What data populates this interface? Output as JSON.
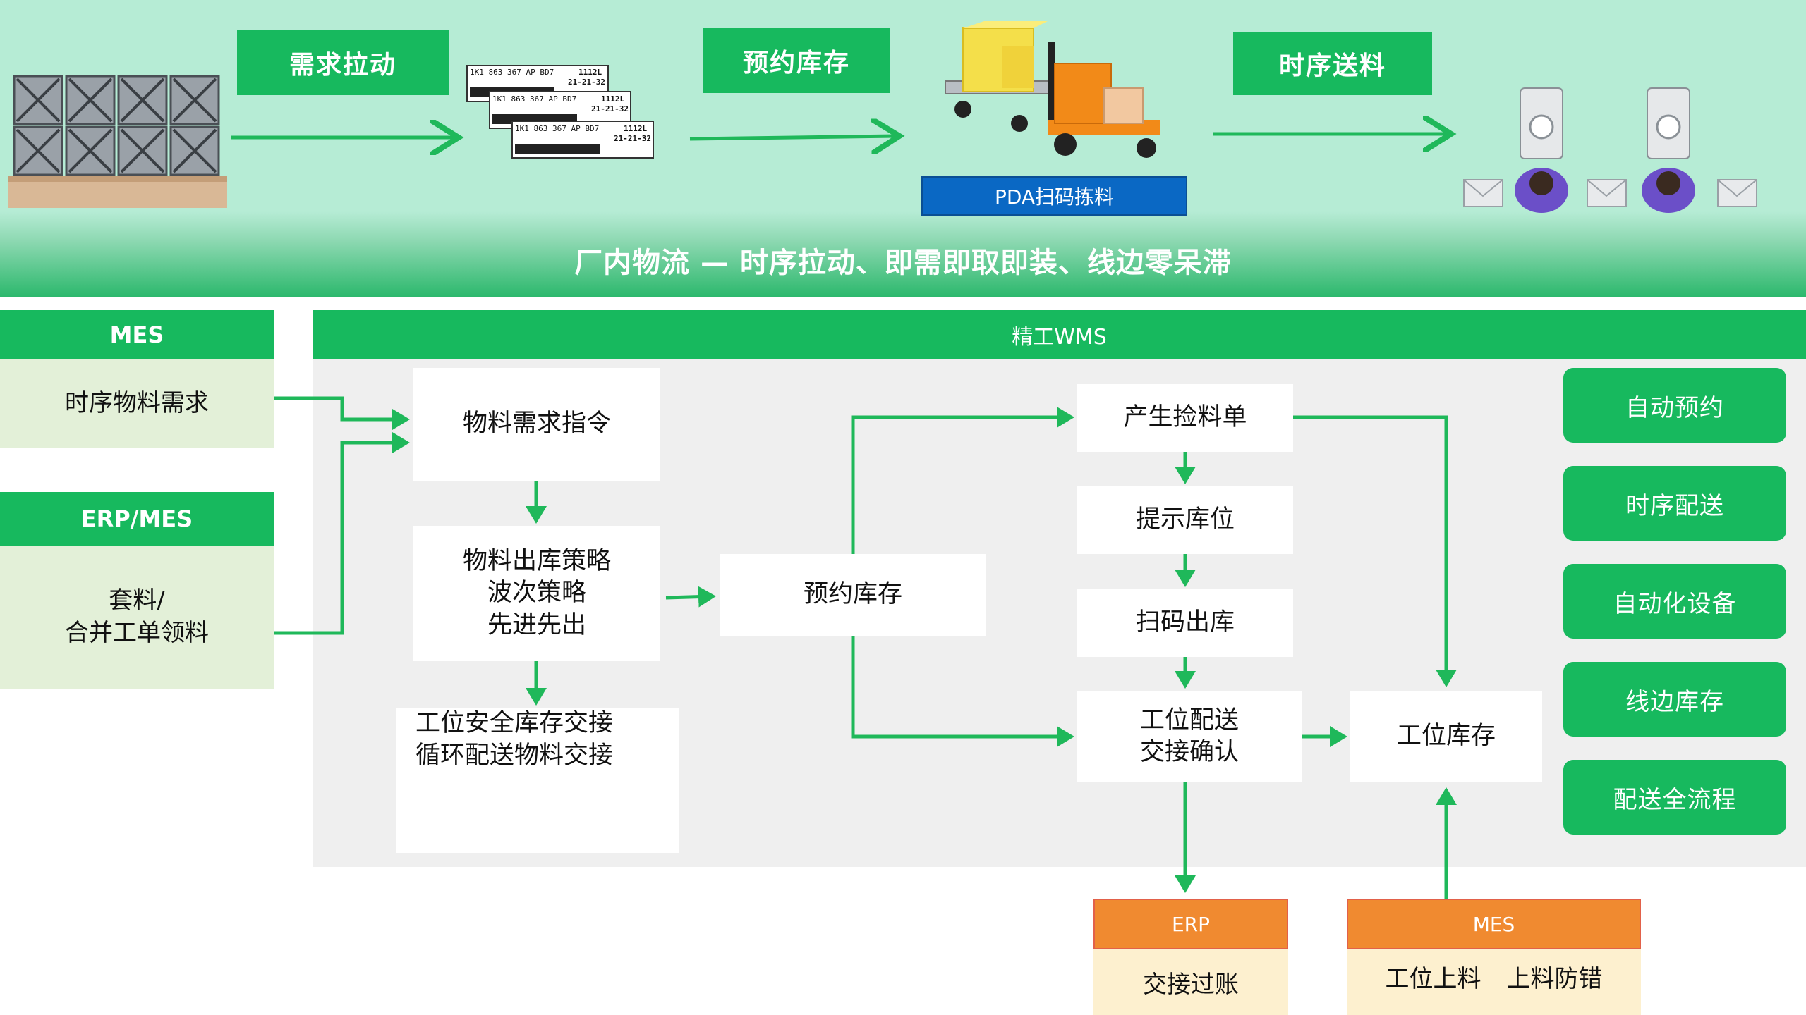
{
  "banner": {
    "steps": [
      "需求拉动",
      "预约库存",
      "时序送料"
    ],
    "pda_label": "PDA扫码拣料",
    "slogan": "厂内物流 — 时序拉动、即需即取即装、线边零呆滞",
    "label_lines": [
      "1K1 863 367 AP BD7",
      "1112L",
      "21-21-32"
    ]
  },
  "left": {
    "mes_title": "MES",
    "mes_item": "时序物料需求",
    "erp_title": "ERP/MES",
    "erp_item_line1": "套料/",
    "erp_item_line2": "合并工单领料"
  },
  "wms": {
    "title": "精工WMS",
    "nodes": {
      "demand": "物料需求指令",
      "strategy_1": "物料出库策略",
      "strategy_2": "波次策略",
      "strategy_3": "先进先出",
      "safety_1": "工位安全库存交接",
      "safety_2": "循环配送物料交接",
      "reserve": "预约库存",
      "pick_list": "产生捡料单",
      "location": "提示库位",
      "scan_out": "扫码出库",
      "deliver_1": "工位配送",
      "deliver_2": "交接确认",
      "station_stock": "工位库存"
    }
  },
  "features": [
    "自动预约",
    "时序配送",
    "自动化设备",
    "线边库存",
    "配送全流程"
  ],
  "erp_box": {
    "title": "ERP",
    "body": "交接过账"
  },
  "mes_box": {
    "title": "MES",
    "body_1": "工位上料",
    "body_2": "上料防错"
  },
  "colors": {
    "green": "#17b95e",
    "arrow_green": "#1fb85a",
    "orange": "#f08a30",
    "banner_bg": "#b6ecd5",
    "pda_blue": "#0a68c4"
  }
}
